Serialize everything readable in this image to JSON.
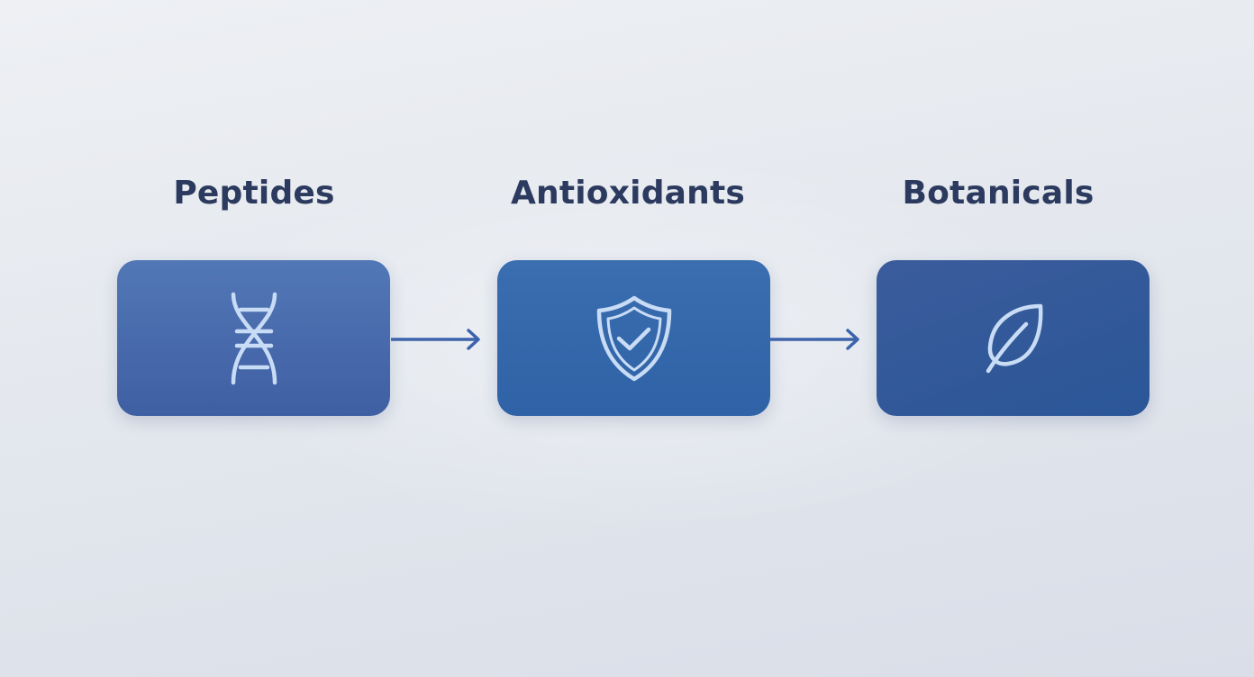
{
  "diagram": {
    "nodes": [
      {
        "label": "Peptides",
        "icon": "dna-icon"
      },
      {
        "label": "Antioxidants",
        "icon": "shield-check-icon"
      },
      {
        "label": "Botanicals",
        "icon": "leaf-icon"
      }
    ],
    "edges": [
      {
        "from": "Peptides",
        "to": "Antioxidants"
      },
      {
        "from": "Antioxidants",
        "to": "Botanicals"
      }
    ]
  },
  "colors": {
    "node_fill_1": "#4a6cae",
    "node_fill_2": "#3469ab",
    "node_fill_3": "#33599a",
    "icon_stroke": "#c9dcf5",
    "arrow": "#3d63ab",
    "label_text": "#2b3a5e",
    "background": "#e6e9ef"
  }
}
